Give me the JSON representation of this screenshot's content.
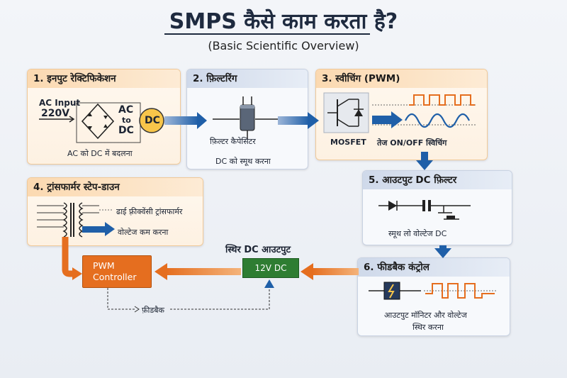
{
  "header": {
    "title": "SMPS कैसे काम करता है?",
    "subtitle": "(Basic Scientific Overview)"
  },
  "steps": [
    {
      "title": "1. इनपुट  रेक्टिफिकेशन",
      "input_label": "AC Input",
      "voltage": "220V",
      "ac_to_dc": [
        "AC",
        "to",
        "DC"
      ],
      "dc_badge": "DC",
      "caption": "AC को DC में बदलना"
    },
    {
      "title": "2. फ़िल्टरिंग",
      "caption_line1": "फ़िल्टर कैपेसिटर",
      "caption_line2": "DC को स्मूथ करना"
    },
    {
      "title": "3. स्वीचिंग (PWM)",
      "component": "MOSFET",
      "caption": "तेज ON/OFF स्विचिंग"
    },
    {
      "title": "4. ट्रांसफार्मर स्टेप-डाउन",
      "caption_line1": "ढाई फ़्रीक्वेंसी ट्रांसफार्मर",
      "caption_line2": "वोल्टेज कम करना"
    },
    {
      "title": "5. आउटपुट DC फ़िल्टर",
      "caption": "स्मूथ लो वोल्टेज DC"
    },
    {
      "title": "6. फीडबैक कंट्रोल",
      "caption_line1": "आउटपुट मॉनिटर और वोल्टेज",
      "caption_line2": "स्थिर करना"
    }
  ],
  "pwm_controller": {
    "line1": "PWM",
    "line2": "Controller"
  },
  "output": {
    "heading": "स्थिर DC आउटपुट",
    "value": "12V DC"
  },
  "feedback_label": "फ़ीडबैक",
  "colors": {
    "orange": "#e56e1f",
    "blue": "#1f5fa8",
    "green": "#2e7d32",
    "navy": "#1e2a3f"
  }
}
